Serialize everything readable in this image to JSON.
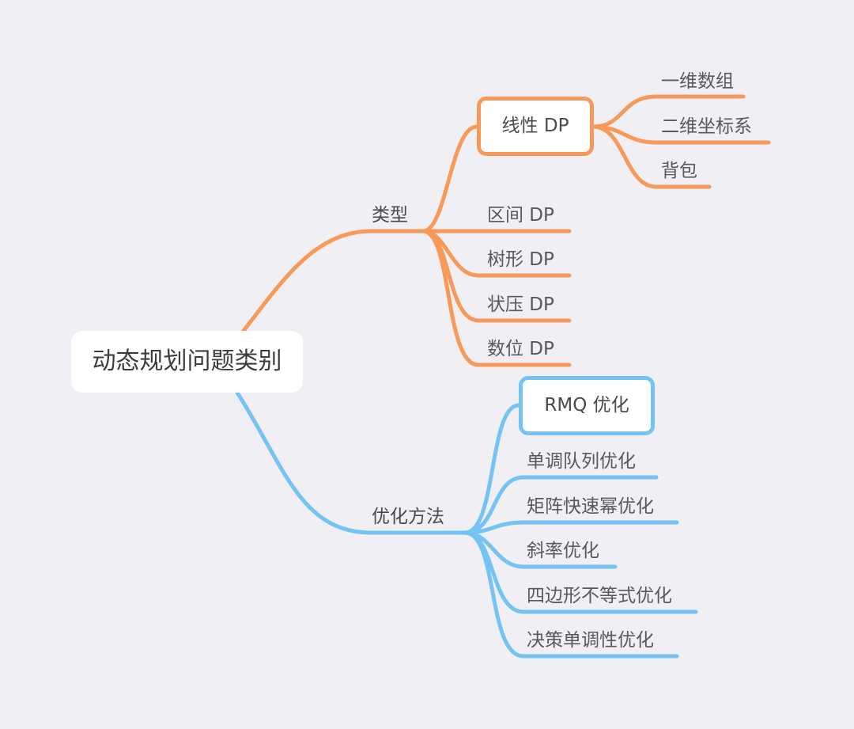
{
  "root": {
    "label": "动态规划问题类别"
  },
  "branches": [
    {
      "label": "类型",
      "color": "#f79a59",
      "items": [
        {
          "label": "线性 DP",
          "boxed": true,
          "children": [
            "一维数组",
            "二维坐标系",
            "背包"
          ]
        },
        {
          "label": "区间 DP"
        },
        {
          "label": "树形 DP"
        },
        {
          "label": "状压 DP"
        },
        {
          "label": "数位 DP"
        }
      ]
    },
    {
      "label": "优化方法",
      "color": "#75c3f3",
      "items": [
        {
          "label": "RMQ 优化",
          "boxed": true
        },
        {
          "label": "单调队列优化"
        },
        {
          "label": "矩阵快速幂优化"
        },
        {
          "label": "斜率优化"
        },
        {
          "label": "四边形不等式优化"
        },
        {
          "label": "决策单调性优化"
        }
      ]
    }
  ]
}
